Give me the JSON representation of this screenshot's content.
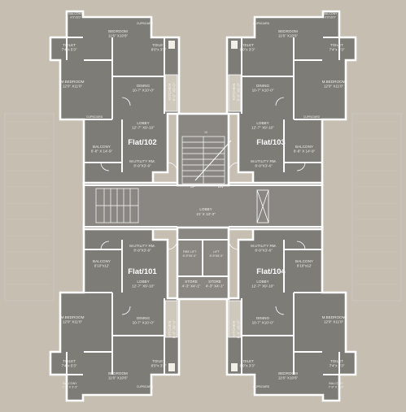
{
  "flats": [
    {
      "id": "flat-102",
      "title": "Flat/102",
      "rooms": [
        {
          "key": "balcony-top",
          "name": "BALCONY",
          "dim": "4'0\"x5'0\""
        },
        {
          "key": "bedroom",
          "name": "BEDROOM",
          "dim": "11'6\" X10'6\""
        },
        {
          "key": "cupboard-a",
          "name": "CUPBOARD",
          "dim": ""
        },
        {
          "key": "toilet-a",
          "name": "TOILET",
          "dim": "7'4\"x 5'3\""
        },
        {
          "key": "toilet-b",
          "name": "TOILET",
          "dim": "8'0\"x 3'3\""
        },
        {
          "key": "mbedroom",
          "name": "M.BEDROOM",
          "dim": "12'0\" X11'0\""
        },
        {
          "key": "cupboard-b",
          "name": "CUPBOARD",
          "dim": ""
        },
        {
          "key": "dining",
          "name": "DINING",
          "dim": "10-7\" X10'-0\""
        },
        {
          "key": "kitchen",
          "name": "KITCHEN",
          "dim": "8'-0\" X6'-0\""
        },
        {
          "key": "lobby",
          "name": "LOBBY",
          "dim": "12'-7\" X9'-10\""
        },
        {
          "key": "balcony-side",
          "name": "BALCONY",
          "dim": "6'-8\" X 14'-9\""
        },
        {
          "key": "utility",
          "name": "M.UTILITY RM.",
          "dim": "8'-9\"X3'-6\""
        }
      ]
    },
    {
      "id": "flat-103",
      "title": "Flat/103",
      "rooms": [
        {
          "key": "balcony-top",
          "name": "BALCONY",
          "dim": "4'0\"x5'0\""
        },
        {
          "key": "bedroom",
          "name": "BEDROOM",
          "dim": "11'6\" X10'6\""
        },
        {
          "key": "cupboard-a",
          "name": "CUPBOARD",
          "dim": ""
        },
        {
          "key": "toilet-a",
          "name": "TOILET",
          "dim": "7'4\"x 5'3\""
        },
        {
          "key": "toilet-b",
          "name": "TOILET",
          "dim": "8'0\"x 3'3\""
        },
        {
          "key": "mbedroom",
          "name": "M.BEDROOM",
          "dim": "12'0\" X11'0\""
        },
        {
          "key": "cupboard-b",
          "name": "CUPBOARD",
          "dim": ""
        },
        {
          "key": "dining",
          "name": "DINING",
          "dim": "10-7\" X10'-0\""
        },
        {
          "key": "kitchen",
          "name": "KITCHEN",
          "dim": "8'-0\" X6'-0\""
        },
        {
          "key": "lobby",
          "name": "LOBBY",
          "dim": "12'-7\" X9'-10\""
        },
        {
          "key": "balcony-side",
          "name": "BALCONY",
          "dim": "6'-8\" X 14'-9\""
        },
        {
          "key": "utility",
          "name": "M.UTILITY RM.",
          "dim": "8'-9\"X3'-6\""
        }
      ]
    },
    {
      "id": "flat-101",
      "title": "Flat/101",
      "rooms": [
        {
          "key": "utility",
          "name": "M.UTILITY RM.",
          "dim": "8'-9\"X3'-6\""
        },
        {
          "key": "balcony-side",
          "name": "BALCONY",
          "dim": "6'10\"x12'"
        },
        {
          "key": "lobby",
          "name": "LOBBY",
          "dim": "12'-7\" X9'-10\""
        },
        {
          "key": "store",
          "name": "STORE",
          "dim": "4'-3\" X4'-1\""
        },
        {
          "key": "mbedroom",
          "name": "M.BEDROOM",
          "dim": "12'0\" X11'0\""
        },
        {
          "key": "dining",
          "name": "DINING",
          "dim": "10-7\" X10'-0\""
        },
        {
          "key": "kitchen",
          "name": "KITCHEN",
          "dim": "8'-0\" X6'-0\""
        },
        {
          "key": "toilet-a",
          "name": "TOILET",
          "dim": "7'4\"x 5'3\""
        },
        {
          "key": "toilet-b",
          "name": "TOILET",
          "dim": "8'0\"x 3'3\""
        },
        {
          "key": "bedroom",
          "name": "BEDROOM",
          "dim": "11'6\" X10'6\""
        },
        {
          "key": "balcony-bottom",
          "name": "BALCONY",
          "dim": "7'-9\" X 3'-3\""
        },
        {
          "key": "cupboard-a",
          "name": "CUPBOARD",
          "dim": ""
        }
      ]
    },
    {
      "id": "flat-104",
      "title": "Flat/104",
      "rooms": [
        {
          "key": "utility",
          "name": "M.UTILITY RM.",
          "dim": "8'-9\"X3'-6\""
        },
        {
          "key": "balcony-side",
          "name": "BALCONY",
          "dim": "6'10\"x12'"
        },
        {
          "key": "lobby",
          "name": "LOBBY",
          "dim": "12'-7\" X9'-10\""
        },
        {
          "key": "store",
          "name": "STORE",
          "dim": "4'-3\" X4'-1\""
        },
        {
          "key": "mbedroom",
          "name": "M.BEDROOM",
          "dim": "12'0\" X11'0\""
        },
        {
          "key": "dining",
          "name": "DINING",
          "dim": "10-7\" X10'-0\""
        },
        {
          "key": "kitchen",
          "name": "KITCHEN",
          "dim": "8'-0\" X6'-0\""
        },
        {
          "key": "toilet-a",
          "name": "TOILET",
          "dim": "7'4\"x 5'3\""
        },
        {
          "key": "toilet-b",
          "name": "TOILET",
          "dim": "8'0\"x 3'3\""
        },
        {
          "key": "bedroom",
          "name": "BEDROOM",
          "dim": "11'6\" X10'6\""
        },
        {
          "key": "balcony-bottom",
          "name": "BALCONY",
          "dim": "7'-9\" X 3'-3\""
        },
        {
          "key": "cupboard-a",
          "name": "CUPBOARD",
          "dim": ""
        }
      ]
    }
  ],
  "core": {
    "lobby": {
      "name": "LOBBY",
      "dim": "21' X 13'-3\""
    },
    "stair_up": "UP",
    "stair_dn": "DN",
    "stair_count": "10",
    "fire_lift": {
      "name": "FIRE LIFT",
      "dim": "6'-9\"X6'-0\""
    },
    "lift": {
      "name": "LIFT",
      "dim": "6'-9\"X6'-0\""
    }
  },
  "colors": {
    "background": "#c5beb1",
    "room": "#7e7c77",
    "wall": "#ffffff",
    "core": "#8a8782"
  }
}
